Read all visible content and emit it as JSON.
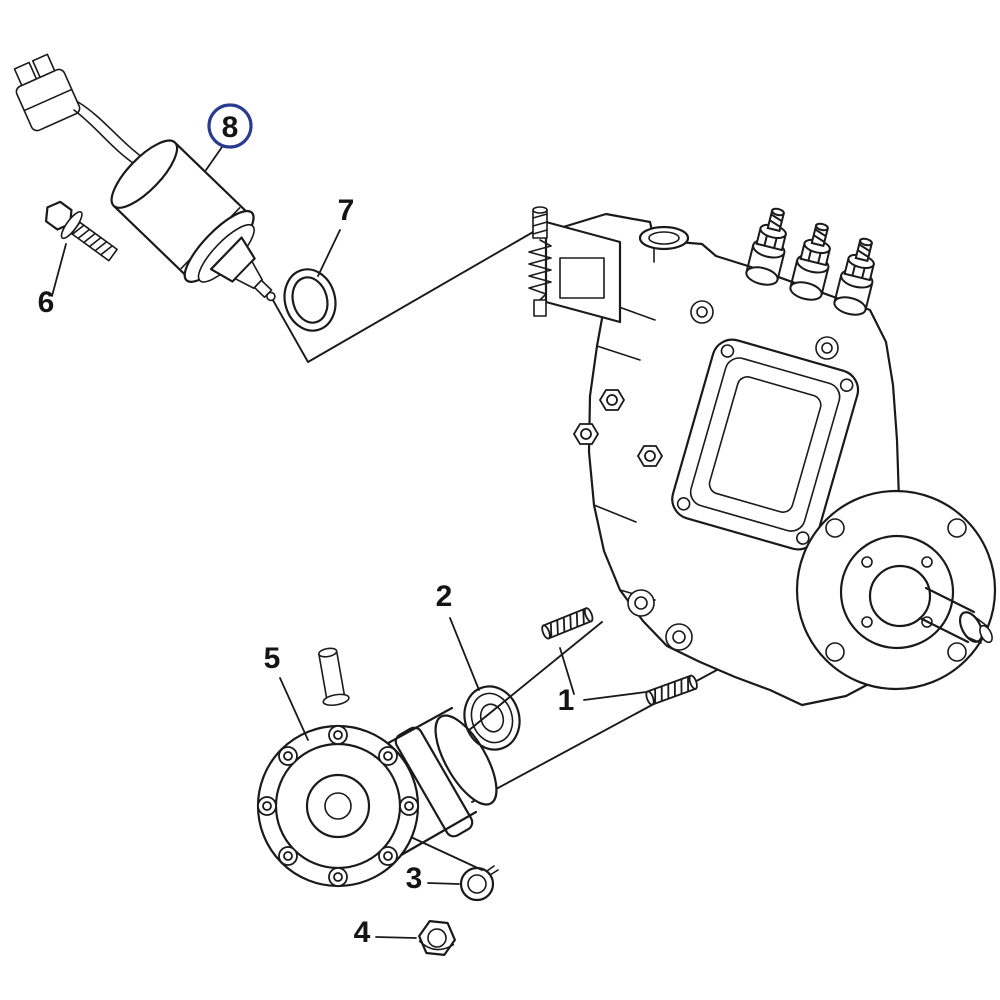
{
  "diagram": {
    "colors": {
      "line": "#1a1a1a",
      "highlight": "#2a3b8f",
      "background": "#ffffff"
    },
    "callouts": [
      {
        "label": "1",
        "circled": false
      },
      {
        "label": "2",
        "circled": false
      },
      {
        "label": "3",
        "circled": false
      },
      {
        "label": "4",
        "circled": false
      },
      {
        "label": "5",
        "circled": false
      },
      {
        "label": "6",
        "circled": false
      },
      {
        "label": "7",
        "circled": false
      },
      {
        "label": "8",
        "circled": true
      }
    ]
  }
}
